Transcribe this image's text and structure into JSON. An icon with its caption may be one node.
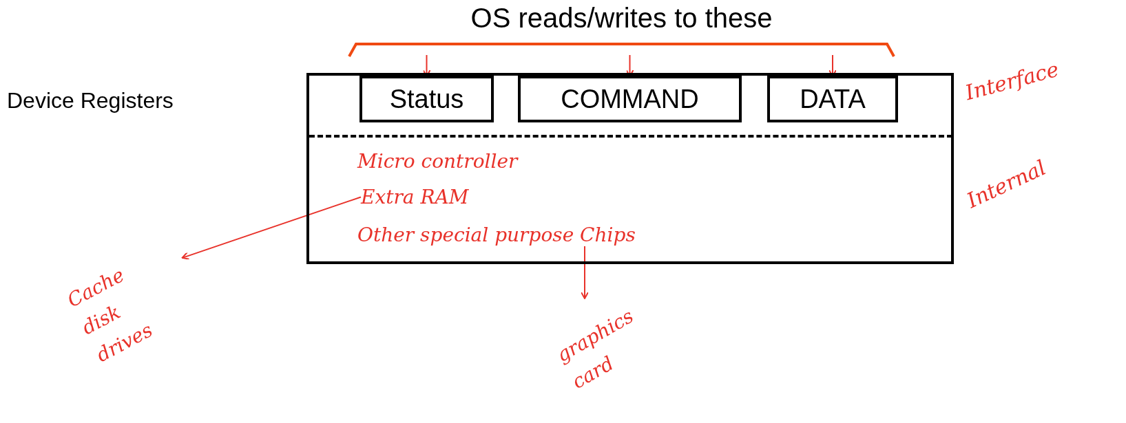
{
  "diagram": {
    "nodes": [
      {
        "text": [
          "OS reads/writes to these"
        ]
      },
      {
        "text": [],
        "shape": "box"
      },
      {
        "text": [
          "Status"
        ],
        "in": 1
      },
      {
        "text": [
          "COMMAND"
        ],
        "in": 1
      },
      {
        "text": [
          "DATA"
        ],
        "in": 1
      },
      {
        "text": [
          "Micro controller"
        ],
        "in": 1
      },
      {
        "text": [
          "Extra RAM"
        ],
        "in": 1
      },
      {
        "text": [
          "Other special purpose Chips"
        ],
        "in": 1
      },
      {
        "text": [
          "Cache disk drives"
        ]
      },
      {
        "text": [
          "graphics card"
        ]
      }
    ],
    "edges": [
      {
        "from": 0,
        "to": 2,
        "arrow": "to"
      },
      {
        "from": 0,
        "to": 3,
        "arrow": "to"
      },
      {
        "from": 0,
        "to": 4,
        "arrow": "to"
      },
      {
        "from": 6,
        "to": 8,
        "arrow": "to"
      },
      {
        "from": 7,
        "to": 9,
        "arrow": "to"
      }
    ],
    "labels": [
      "Device Registers",
      "Interface",
      "Internal"
    ]
  }
}
